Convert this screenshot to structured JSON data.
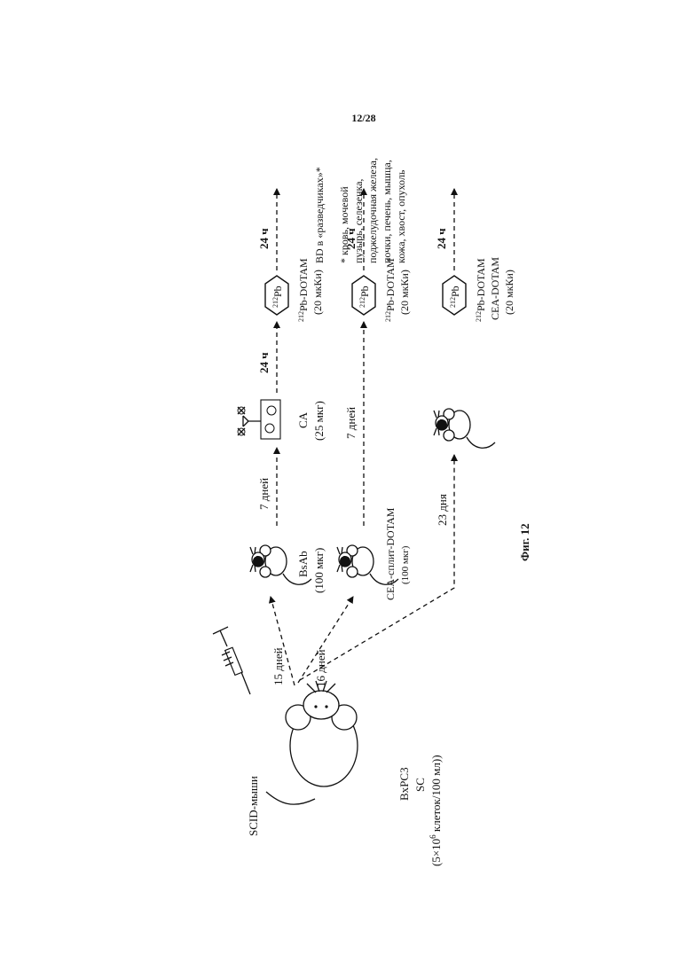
{
  "page": {
    "number": "12/28",
    "caption": "Фиг. 12"
  },
  "start": {
    "title": "SCID-мыши",
    "cell_line": "BxPC3",
    "route": "SC",
    "dose": "(5×10",
    "dose_exp": "6",
    "dose_suffix": " клеток/100 мл))"
  },
  "arrows": {
    "to_group1": "15 дней",
    "to_group2": "16 дней",
    "to_group3": "23 дня",
    "group1_to_ca": "7 дней",
    "group2_to_pb": "7 дней",
    "ca_to_pb": "24 ч",
    "pb1_to_end": "24 ч",
    "pb2_to_end": "24 ч",
    "pb3_to_end": "24 ч"
  },
  "group1": {
    "agent": "BsAb",
    "amount": "(100 мкг)",
    "ca_label": "CA",
    "ca_amount": "(25 мкг)",
    "pb_label": "212",
    "pb_symbol": "Pb",
    "pb_agent": "Pb-DOTAM",
    "pb_amount": "(20 мкКи)"
  },
  "group2": {
    "agent": "CEA-сплит-DOTAM",
    "amount": "(100 мкг)",
    "pb_label": "212",
    "pb_symbol": "Pb",
    "pb_agent": "Pb-DOTAM",
    "pb_amount": "(20 мкКи)"
  },
  "group3": {
    "pb_label": "212",
    "pb_symbol": "Pb",
    "pb_agent": "Pb-DOTAM",
    "pb_agent2": "CEA-DOTAM",
    "pb_amount": "(20 мкКи)"
  },
  "notes": {
    "bd": "BD в «разведчиках»*",
    "line1": "* кровь, мочевой",
    "line2": "пузырь, селезенка,",
    "line3": "поджелудочная железа,",
    "line4": "почки, печень, мышца,",
    "line5": "кожа, хвост, опухоль"
  }
}
